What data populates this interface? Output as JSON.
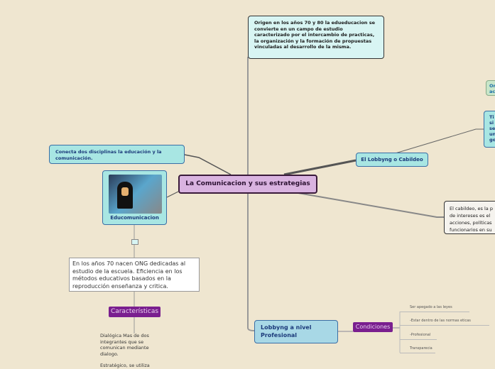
{
  "central": {
    "title": "La Comunicacion y sus estrategias"
  },
  "origen": {
    "text": "Origen en los años 70 y 80 la edueducacion se convierte en un campo de estudio caracterizado por el intercambio de practicas, la organización y la formación de propuestas vinculadas al desarrollo de la misma."
  },
  "partial_green": {
    "text": "Or ac"
  },
  "partial_blue": {
    "text": "Ti si se un go"
  },
  "lobbyng": {
    "title": "El Lobbyng o Cabildeo"
  },
  "cabildeo": {
    "text": "El cabildeo, es la p de intereses es el acciones, políticas funcionarios en su"
  },
  "conecta": {
    "text": "Conecta dos disciplinas la educación y la comunicación."
  },
  "educom": {
    "title": "Educomunicacion"
  },
  "anos70": {
    "text": "En los años 70 nacen ONG dedicadas al estudio de la escuela. Eficiencia en los métodos educativos basados en la reproducción enseñanza y critica."
  },
  "caracteristicas": {
    "label": "Características",
    "text1": "Dialógica Mas de dos integrantes que se comunican mediante dialogo.",
    "text2": "Estratégico, se utiliza"
  },
  "profesional": {
    "title": "Lobbyng a nivel Profesional"
  },
  "condiciones": {
    "label": "Condiciones",
    "items": [
      "Ser apegado a las leyes",
      "-Estar dentro de las normas eticas",
      "-Profesional",
      "Transparecia"
    ]
  }
}
